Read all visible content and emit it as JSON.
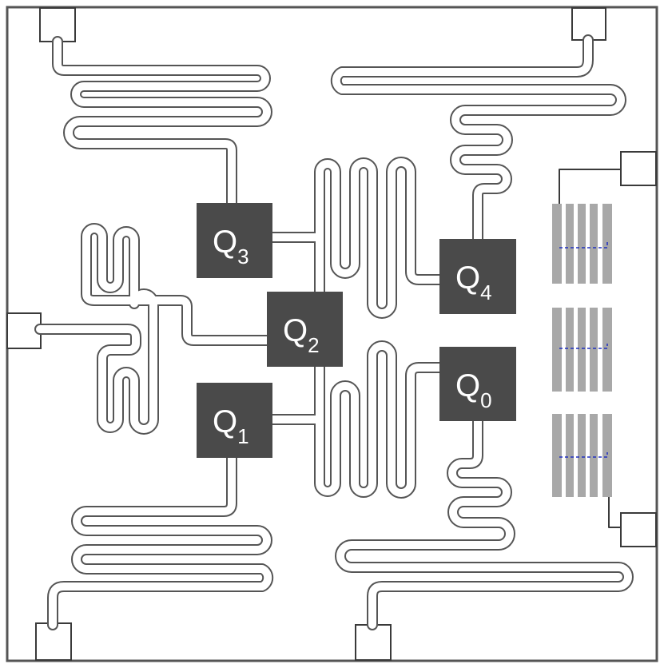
{
  "qubits": [
    {
      "id": "Q3",
      "letter": "Q",
      "index": "3"
    },
    {
      "id": "Q2",
      "letter": "Q",
      "index": "2"
    },
    {
      "id": "Q1",
      "letter": "Q",
      "index": "1"
    },
    {
      "id": "Q4",
      "letter": "Q",
      "index": "4"
    },
    {
      "id": "Q0",
      "letter": "Q",
      "index": "0"
    }
  ],
  "colors": {
    "qubit_fill": "#4a4a4a",
    "resonator": "#555555",
    "capacitor_fingers": "#a8a8a8",
    "junction": "#2030c0"
  }
}
